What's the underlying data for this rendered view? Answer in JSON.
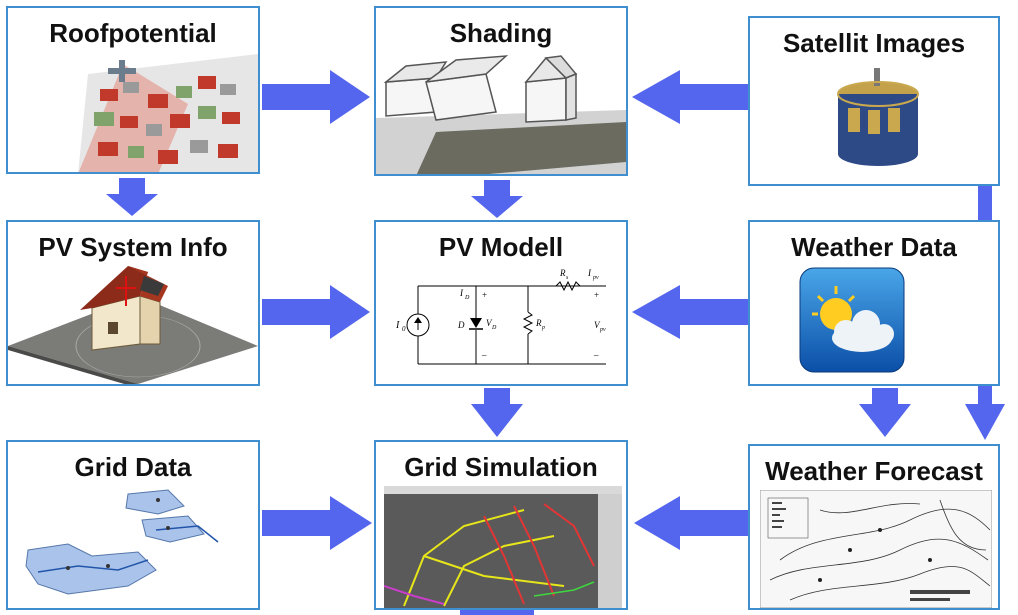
{
  "diagram": {
    "boxes": {
      "roofpotential": {
        "title": "Roofpotential"
      },
      "shading": {
        "title": "Shading"
      },
      "satellit_images": {
        "title": "Satellit Images"
      },
      "pv_system_info": {
        "title": "PV System Info"
      },
      "pv_modell": {
        "title": "PV Modell"
      },
      "weather_data": {
        "title": "Weather Data"
      },
      "grid_data": {
        "title": "Grid Data"
      },
      "grid_simulation": {
        "title": "Grid Simulation"
      },
      "weather_forecast": {
        "title": "Weather Forecast"
      }
    },
    "circuit_labels": {
      "i0": "I",
      "i0_sub": "0",
      "id": "I",
      "id_sub": "D",
      "d": "D",
      "vd": "V",
      "vd_sub": "D",
      "rp": "R",
      "rp_sub": "p",
      "rs": "R",
      "rs_sub": "s",
      "ipv": "I",
      "ipv_sub": "pv",
      "vpv": "V",
      "vpv_sub": "pv",
      "plus": "+",
      "minus": "–"
    },
    "colors": {
      "arrow": "#5566ee",
      "border": "#3f8fd0"
    }
  }
}
